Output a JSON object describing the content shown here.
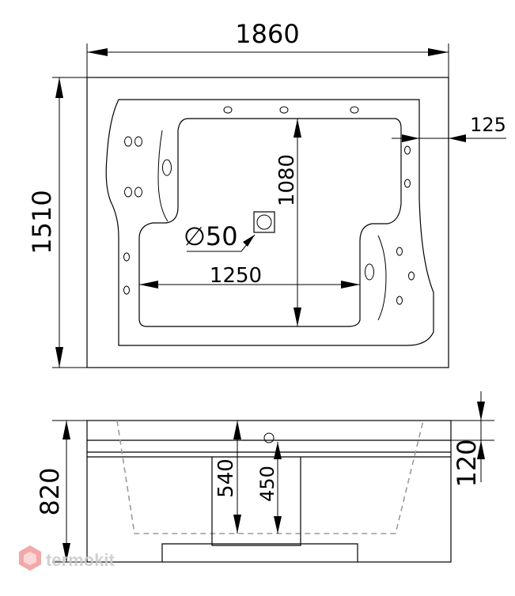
{
  "top_view": {
    "overall_width": "1860",
    "overall_depth": "1510",
    "inner_length": "1080",
    "inner_width": "1250",
    "rim_width": "125",
    "drain_diameter": "∅50"
  },
  "side_view": {
    "total_height": "820",
    "depth_inner": "540",
    "drain_height": "450",
    "rim_height": "120"
  },
  "watermark": "termokit",
  "colors": {
    "lines": "#000000",
    "dashed": "#9a9a9a",
    "watermark": "#c9c9c9",
    "logo": "#f29a9a"
  }
}
